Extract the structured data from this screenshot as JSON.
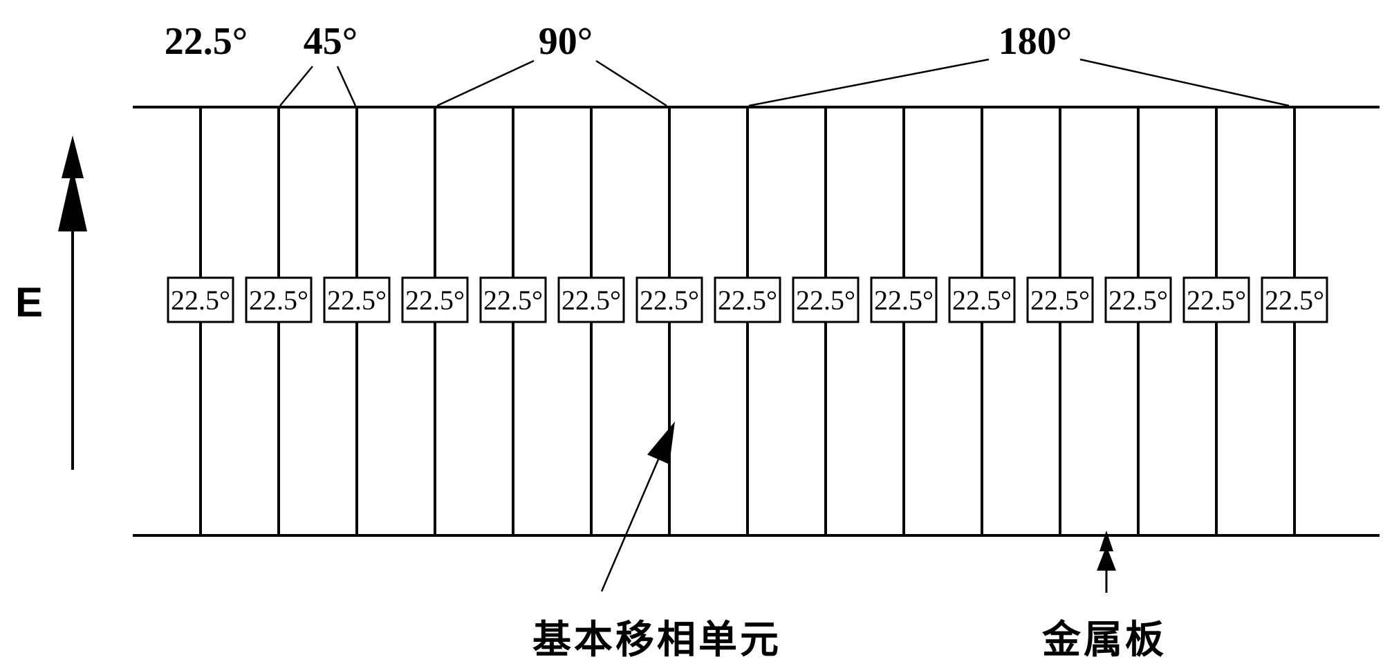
{
  "diagram": {
    "section_labels": [
      "22.5°",
      "45°",
      "90°",
      "180°"
    ],
    "e_field_label": "E",
    "unit_boxes": [
      "22.5°",
      "22.5°",
      "22.5°",
      "22.5°",
      "22.5°",
      "22.5°",
      "22.5°",
      "22.5°",
      "22.5°",
      "22.5°",
      "22.5°",
      "22.5°",
      "22.5°",
      "22.5°",
      "22.5°"
    ],
    "captions": {
      "basic_unit": "基本移相单元",
      "metal_plate": "金属板"
    },
    "colors": {
      "line": "#000000",
      "background": "#ffffff"
    }
  }
}
